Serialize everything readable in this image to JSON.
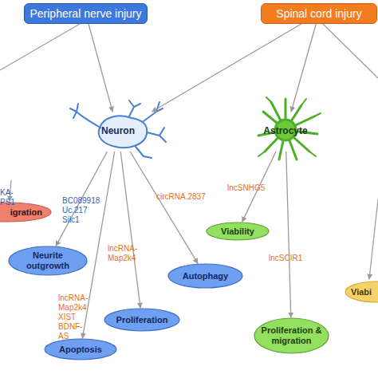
{
  "diagram": {
    "nodes": [
      {
        "text": [
          "Peripheral nerve injury"
        ]
      },
      {
        "text": [
          "Spinal cord injury"
        ]
      },
      {
        "text": [
          "Neuron"
        ]
      },
      {
        "text": [
          "Astrocyte"
        ]
      },
      {
        "text": [
          "igration"
        ]
      },
      {
        "text": [
          "Neurite outgrowth"
        ]
      },
      {
        "text": [
          "Autophagy"
        ]
      },
      {
        "text": [
          "Proliferation"
        ]
      },
      {
        "text": [
          "Apoptosis"
        ]
      },
      {
        "text": [
          "Viability"
        ]
      },
      {
        "text": [
          "Proliferation & migration"
        ]
      },
      {
        "text": [
          "Viabi"
        ]
      }
    ],
    "edges": [
      {
        "from": 0,
        "to": 2,
        "arrow": "to"
      },
      {
        "from": 1,
        "to": 2,
        "arrow": "to"
      },
      {
        "from": 1,
        "to": 3,
        "arrow": "to"
      },
      {
        "from": 2,
        "to": 5,
        "label": "BC089918 Uc.217 Silc1",
        "arrow": "to"
      },
      {
        "from": 2,
        "to": 8,
        "label": "lncRNA-Map2k4 XIST BDNF-AS",
        "arrow": "to"
      },
      {
        "from": 2,
        "to": 7,
        "label": "lncRNA-Map2k4",
        "arrow": "to"
      },
      {
        "from": 2,
        "to": 6,
        "label": "circRNA.2837",
        "arrow": "to"
      },
      {
        "from": 3,
        "to": 9,
        "label": "lncSNHG5",
        "arrow": "to"
      },
      {
        "from": 3,
        "to": 10,
        "label": "lncSCIR1",
        "arrow": "to"
      }
    ],
    "labels": [
      "KA-PS1"
    ]
  }
}
